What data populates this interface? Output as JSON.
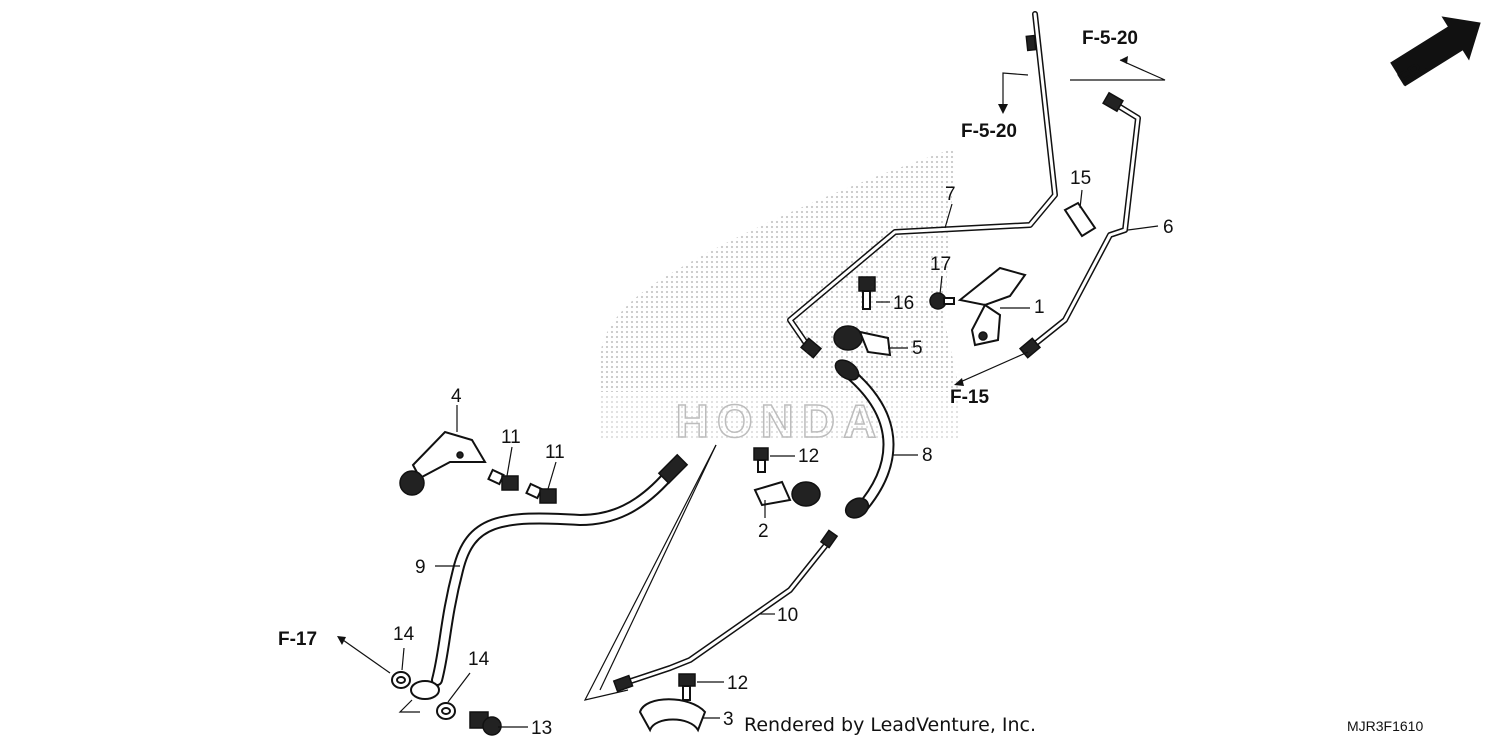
{
  "diagram": {
    "callouts": {
      "p1": "1",
      "p2": "2",
      "p3": "3",
      "p4": "4",
      "p5": "5",
      "p6": "6",
      "p7": "7",
      "p8": "8",
      "p9": "9",
      "p10": "10",
      "p11a": "11",
      "p11b": "11",
      "p12a": "12",
      "p12b": "12",
      "p13": "13",
      "p14a": "14",
      "p14b": "14",
      "p15": "15",
      "p16": "16",
      "p17": "17"
    },
    "references": {
      "f5_20_top": "F-5-20",
      "f5_20_mid": "F-5-20",
      "f15": "F-15",
      "f17": "F-17"
    },
    "direction": "FR.",
    "watermark": "HONDA",
    "footer": "Rendered by LeadVenture, Inc.",
    "diagram_code": "MJR3F1610"
  },
  "colors": {
    "ink": "#111111",
    "watermark": "#c8c8c8",
    "background": "#ffffff"
  }
}
